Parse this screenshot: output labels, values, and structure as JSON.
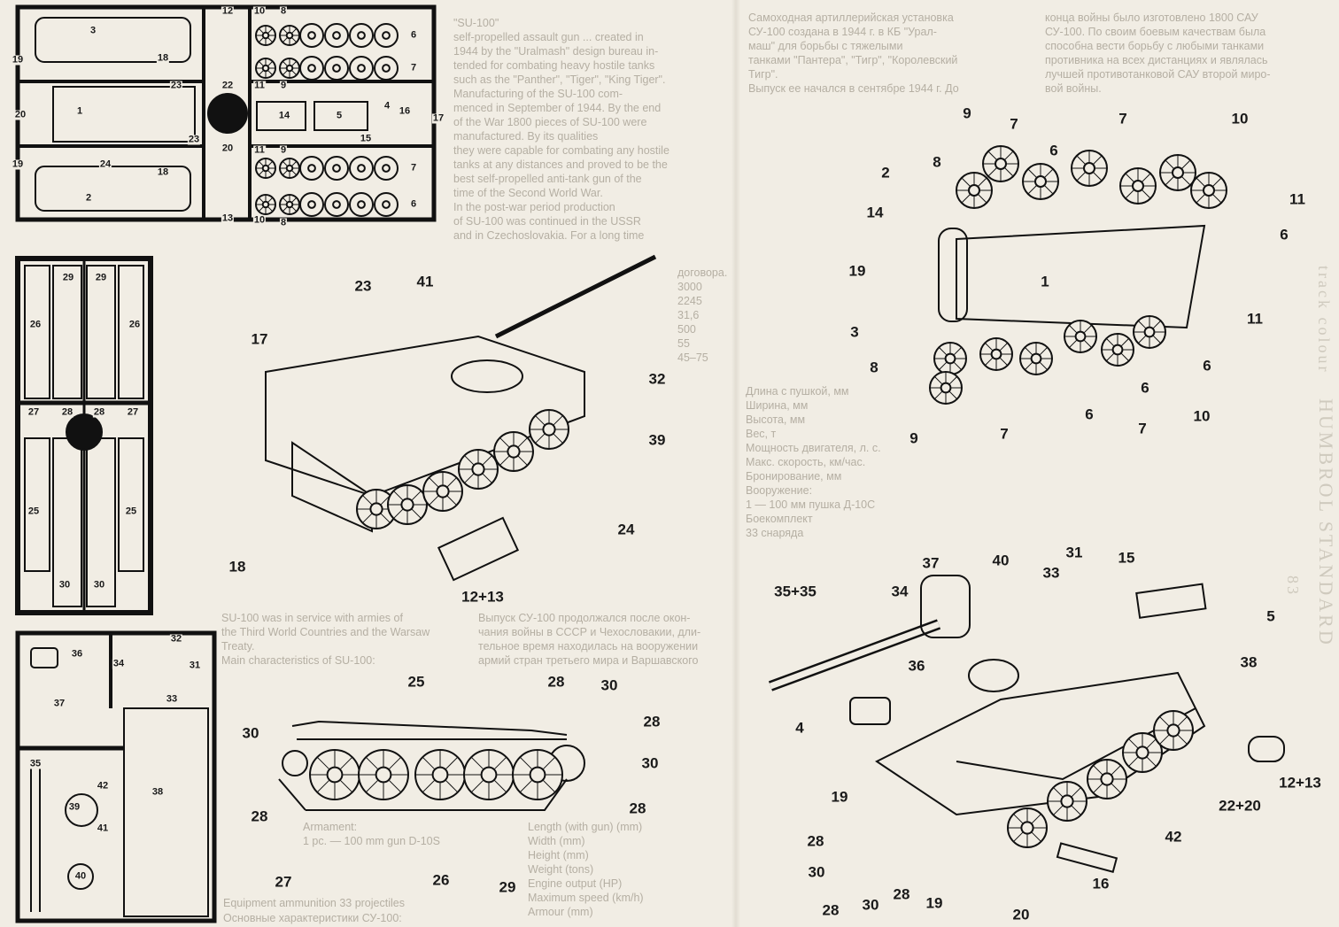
{
  "sprue_a": [
    "12",
    "10",
    "8",
    "3",
    "6",
    "19",
    "18",
    "7",
    "22",
    "23",
    "11",
    "9",
    "20",
    "1",
    "14",
    "5",
    "4",
    "16",
    "17",
    "15",
    "23",
    "20",
    "11",
    "9",
    "19",
    "24",
    "18",
    "7",
    "2",
    "6",
    "13",
    "10",
    "8"
  ],
  "sprue_b": [
    "29",
    "29",
    "26",
    "26",
    "27",
    "28",
    "28",
    "27",
    "25",
    "25",
    "30",
    "30"
  ],
  "sprue_c": [
    "32",
    "36",
    "34",
    "31",
    "33",
    "37",
    "35",
    "42",
    "38",
    "39",
    "41",
    "40"
  ],
  "step_hull": [
    "23",
    "41",
    "17",
    "32",
    "39",
    "24",
    "18",
    "12+13"
  ],
  "step_track": [
    "25",
    "28",
    "30",
    "28",
    "30",
    "30",
    "28",
    "28",
    "27",
    "26",
    "29"
  ],
  "step_wheels": [
    "9",
    "7",
    "7",
    "10",
    "6",
    "8",
    "2",
    "11",
    "14",
    "6",
    "19",
    "1",
    "3",
    "11",
    "8",
    "6",
    "6",
    "9",
    "7",
    "6",
    "7",
    "10"
  ],
  "step_final": [
    "37",
    "40",
    "33",
    "31",
    "15",
    "34",
    "35+35",
    "5",
    "36",
    "38",
    "4",
    "12+13",
    "19",
    "22+20",
    "42",
    "28",
    "30",
    "28",
    "19",
    "28",
    "30",
    "16",
    "20"
  ],
  "english_text": [
    "\"SU-100\"",
    "self-propelled assault gun ... created in",
    "1944 by the \"Uralmash\" design bureau in-",
    "tended for combating heavy hostile tanks",
    "such as the \"Panther\", \"Tiger\", \"King Tiger\".",
    "Manufacturing of the SU-100 com-",
    "menced in September of 1944. By the end",
    "of the War 1800 pieces of SU-100 were",
    "manufactured. By its qualities",
    "they were capable for combating any hostile",
    "tanks at any distances and proved to be the",
    "best self-propelled anti-tank gun of the",
    "time of the Second World War.",
    "In the post-war period production",
    "of SU-100 was continued in the USSR",
    "and in Czechoslovakia. For a long time",
    "SU-100 was in service with armies of",
    "the Third World Countries and the Warsaw",
    "Treaty.",
    "Main characteristics of SU-100:",
    "Length (with gun) (mm)",
    "Width (mm)",
    "Height (mm)",
    "Weight (tons)",
    "Engine output (HP)",
    "Maximum speed (km/h)",
    "Armour (mm)",
    "Armament:",
    "1 pc. — 100 mm gun D-10S",
    "Equipment ammunition  33 projectiles"
  ],
  "russian_text": [
    "Самоходная артиллерийская установка",
    "СУ-100 создана в 1944 г. в КБ \"Урал-",
    "маш\" для борьбы с тяжелыми",
    "танками \"Пантера\", \"Тигр\", \"Королевский",
    "Тигр\".",
    "Выпуск ее начался в сентябре 1944 г. До",
    "конца войны было изготовлено 1800 САУ",
    "СУ-100. По своим боевым качествам была",
    "способна вести борьбу с любыми танками",
    "противника на всех дистанциях и являлась",
    "лучшей противотанковой САУ второй миро-",
    "вой войны.",
    "Выпуск СУ-100 продолжался после окон-",
    "чания войны в СССР и Чехословакии, дли-",
    "тельное время находилась на вооружении",
    "армий стран третьего мира и Варшавского",
    "договора."
  ],
  "characteristics_ru": [
    "Основные характеристики СУ-100:",
    "Длина с пушкой, мм",
    "Ширина, мм",
    "Высота, мм",
    "Вес, т",
    "Мощность двигателя, л. с.",
    "Макс. скорость, км/час.",
    "Бронирование, мм",
    "Вооружение:",
    "1 — 100 мм пушка Д-10С",
    "Боекомплект",
    "33 снаряда"
  ],
  "characteristics_values": [
    "3000",
    "2245",
    "31,6",
    "500",
    "55",
    "45–75"
  ],
  "watermark": "HUMBROL STANDARD",
  "watermark_2": "track colour",
  "watermark_3": "83"
}
